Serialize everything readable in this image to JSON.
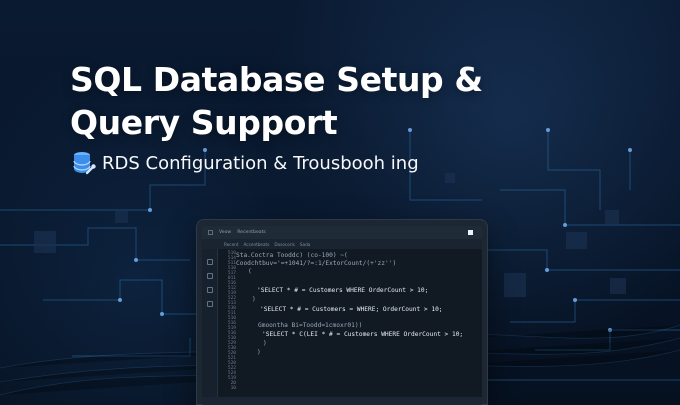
{
  "hero": {
    "title": "SQL Database Setup & Query Support",
    "subtitle": "RDS Configuration & Trousbooh ing"
  },
  "editor": {
    "menu_items": [
      "Veow",
      "Recentbeats"
    ],
    "toolbar_items": [
      "Recent",
      "Accentbeats",
      "Dosocoris",
      "Sada"
    ],
    "line_numbers": [
      "510",
      "514",
      "511",
      "510",
      "517",
      "011",
      "516",
      "512",
      "519",
      "522",
      "513",
      "530",
      "511",
      "510",
      "516",
      "519",
      "516",
      "510",
      "529",
      "530",
      "520",
      "521",
      "520",
      "522",
      "524",
      "519",
      "20",
      "10"
    ],
    "code_lines": [
      "Sta.Coctra Tooddc) (co-100) ~(",
      "Coodchtbuv='=+1041/?=:1/ExtorCount/(+'zz'')",
      "(",
      "'SELECT * # = Customers WHERE OrderCount > 10;",
      ")",
      "'SELECT * # = Customers = WHERE; OrderCount > 10;",
      "Gmoontha Bi=Toodd=1cmoxr01))",
      "'SELECT * C(LEI * # = Customers WHERE OrderCount > 10;",
      ")",
      ")"
    ]
  },
  "colors": {
    "background": "#071427",
    "circuit": "#2d6ea7",
    "accent": "#6db2ff",
    "db_icon": "#5aa5ff"
  },
  "icons": [
    "database-icon",
    "wrench-icon",
    "menu-icon",
    "window-icon"
  ]
}
